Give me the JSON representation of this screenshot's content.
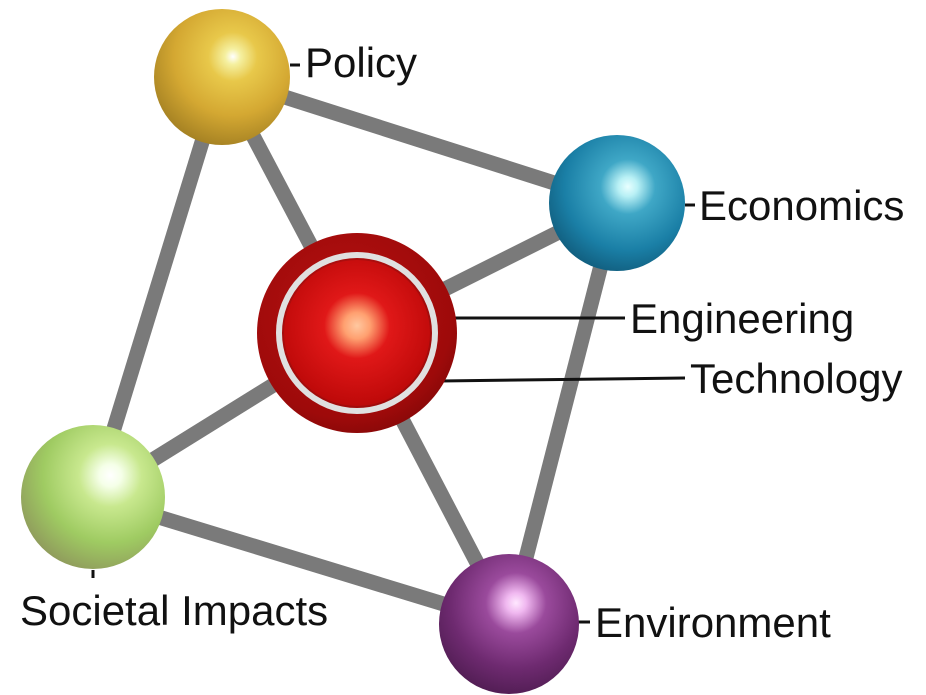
{
  "diagram": {
    "nodes": [
      {
        "id": "policy",
        "label": "Policy",
        "color": "#D4A832",
        "highlight": "#F5F0A0"
      },
      {
        "id": "economics",
        "label": "Economics",
        "color": "#1A7FA6",
        "highlight": "#B8F0F5"
      },
      {
        "id": "engineering",
        "label": "Engineering",
        "color": "#C00A0A",
        "highlight": "#FFA070"
      },
      {
        "id": "technology",
        "label": "Technology",
        "color": "#9E0A0A",
        "highlight": "#F0F0F0"
      },
      {
        "id": "societal",
        "label": "Societal Impacts",
        "color": "#9FCB62",
        "highlight": "#F5FFE8"
      },
      {
        "id": "environment",
        "label": "Environment",
        "color": "#6E2A70",
        "highlight": "#F0B8F0"
      }
    ],
    "edges": [
      [
        "policy",
        "economics"
      ],
      [
        "policy",
        "engineering"
      ],
      [
        "policy",
        "societal"
      ],
      [
        "economics",
        "engineering"
      ],
      [
        "economics",
        "environment"
      ],
      [
        "engineering",
        "societal"
      ],
      [
        "engineering",
        "environment"
      ],
      [
        "societal",
        "environment"
      ]
    ],
    "edge_color": "#7A7A7A"
  }
}
